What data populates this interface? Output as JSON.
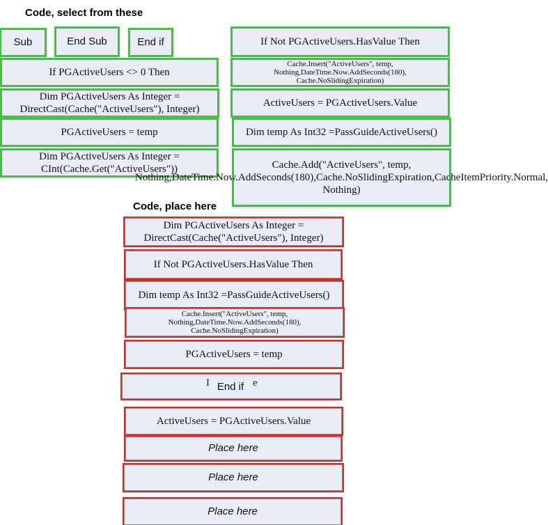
{
  "headings": {
    "select": "Code, select from these",
    "place": "Code, place here"
  },
  "source": {
    "sub": "Sub",
    "end_sub": "End Sub",
    "end_if": "End if",
    "if_not_has_value": "If Not PGActiveUsers.HasValue Then",
    "if_not_zero": "If PGActiveUsers <> 0 Then",
    "cache_insert": "Cache.Insert(\"ActiveUsers\", temp, Nothing,DateTime.Now.AddSeconds(180), Cache.NoSlidingExpiration)",
    "dim_directcast": "Dim PGActiveUsers As Integer = DirectCast(Cache(\"ActiveUsers\"), Integer)",
    "active_users_value": "ActiveUsers = PGActiveUsers.Value",
    "assign_temp": "PGActiveUsers = temp",
    "dim_temp": "Dim temp As Int32 =PassGuideActiveUsers()",
    "dim_cint": "Dim PGActiveUsers As Integer = CInt(Cache.Get(\"ActiveUsers\"))",
    "cache_add": "Cache.Add(\"ActiveUsers\", temp, Nothing,DateTime.Now.AddSeconds(180),Cache.NoSlidingExpiration,CacheItemPriority.Normal, Nothing)"
  },
  "targets": [
    "Dim PGActiveUsers As Integer = DirectCast(Cache(\"ActiveUsers\"), Integer)",
    "If Not PGActiveUsers.HasValue Then",
    "Dim temp As Int32 =PassGuideActiveUsers()",
    "Cache.Insert(\"ActiveUsers\", temp, Nothing,DateTime.Now.AddSeconds(180), Cache.NoSlidingExpiration)",
    "PGActiveUsers = temp",
    "End if",
    "ActiveUsers = PGActiveUsers.Value",
    "Place here",
    "Place here",
    "Place here"
  ],
  "covered_slot_text": {
    "left": "I",
    "right": "e"
  },
  "colors": {
    "source_border": "#2ed12e",
    "target_border": "#d92a2a",
    "box_fill": "#e8ecf4"
  }
}
